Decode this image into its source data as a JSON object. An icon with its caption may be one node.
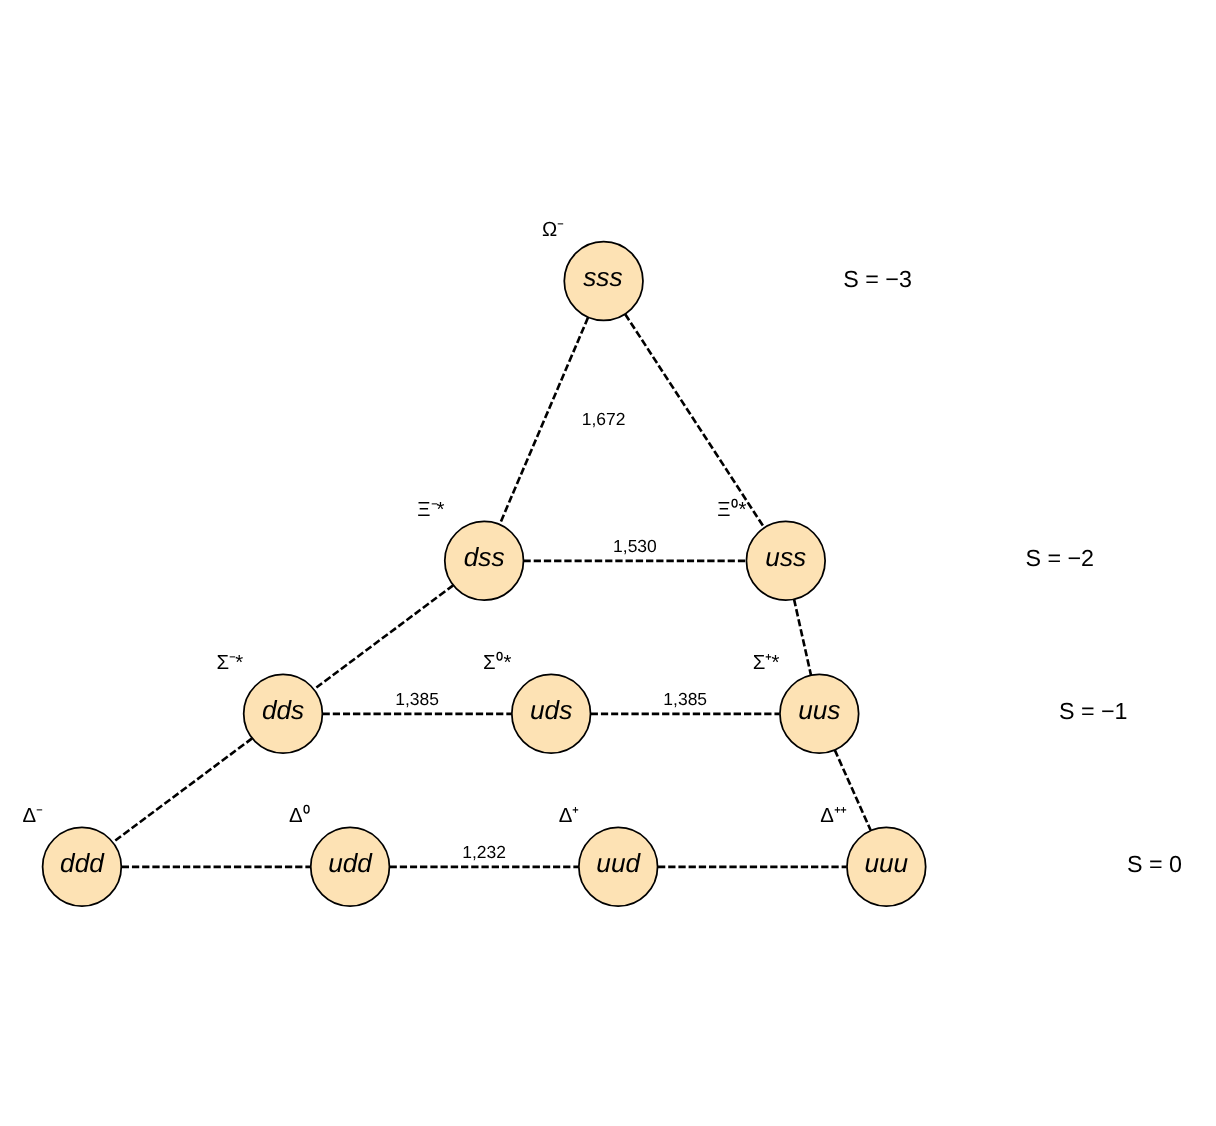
{
  "diagram": {
    "nodes": [
      {
        "text": [
          "sss"
        ],
        "beside": [
          "Ω⁻"
        ]
      },
      {
        "text": [
          "dss"
        ],
        "beside": [
          "Ξ⁻*"
        ]
      },
      {
        "text": [
          "uss"
        ],
        "beside": [
          "Ξ⁰*"
        ]
      },
      {
        "text": [
          "dds"
        ],
        "beside": [
          "Σ⁻*"
        ]
      },
      {
        "text": [
          "uds"
        ],
        "beside": [
          "Σ⁰*"
        ]
      },
      {
        "text": [
          "uus"
        ],
        "beside": [
          "Σ⁺*"
        ]
      },
      {
        "text": [
          "ddd"
        ],
        "beside": [
          "Δ⁻"
        ]
      },
      {
        "text": [
          "udd"
        ],
        "beside": [
          "Δ⁰"
        ]
      },
      {
        "text": [
          "uud"
        ],
        "beside": [
          "Δ⁺"
        ]
      },
      {
        "text": [
          "uuu"
        ],
        "beside": [
          "Δ⁺⁺"
        ]
      }
    ],
    "edges": [
      {
        "from": 0,
        "to": 1,
        "arrow": "none",
        "style": "dashed"
      },
      {
        "from": 0,
        "to": 2,
        "arrow": "none",
        "style": "dashed"
      },
      {
        "from": 1,
        "to": 2,
        "arrow": "none",
        "style": "dashed",
        "label": "1,530"
      },
      {
        "from": 1,
        "to": 3,
        "arrow": "none",
        "style": "dashed"
      },
      {
        "from": 2,
        "to": 5,
        "arrow": "none",
        "style": "dashed"
      },
      {
        "from": 3,
        "to": 4,
        "arrow": "none",
        "style": "dashed",
        "label": "1,385"
      },
      {
        "from": 4,
        "to": 5,
        "arrow": "none",
        "style": "dashed",
        "label": "1,385"
      },
      {
        "from": 3,
        "to": 6,
        "arrow": "none",
        "style": "dashed"
      },
      {
        "from": 5,
        "to": 9,
        "arrow": "none",
        "style": "dashed"
      },
      {
        "from": 6,
        "to": 7,
        "arrow": "none",
        "style": "dashed"
      },
      {
        "from": 7,
        "to": 8,
        "arrow": "none",
        "style": "dashed",
        "label": "1,232"
      },
      {
        "from": 8,
        "to": 9,
        "arrow": "none",
        "style": "dashed"
      }
    ],
    "labels": [
      "S = −3",
      "1,672",
      "S = −2",
      "S = −1",
      "S = 0"
    ]
  }
}
